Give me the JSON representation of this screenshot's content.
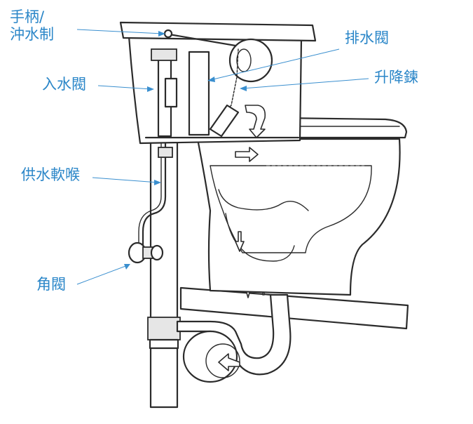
{
  "labels": {
    "handle_line1": "手柄/",
    "handle_line2": "沖水制",
    "inlet_valve": "入水閥",
    "supply_hose": "供水軟喉",
    "angle_valve": "角閥",
    "drain_valve": "排水閥",
    "lift_chain": "升降鍊"
  },
  "caption": "",
  "colors": {
    "label_text": "#2a86c8",
    "leader_line": "#3a8fcf",
    "outline": "#2b2b2b",
    "background": "#ffffff"
  }
}
